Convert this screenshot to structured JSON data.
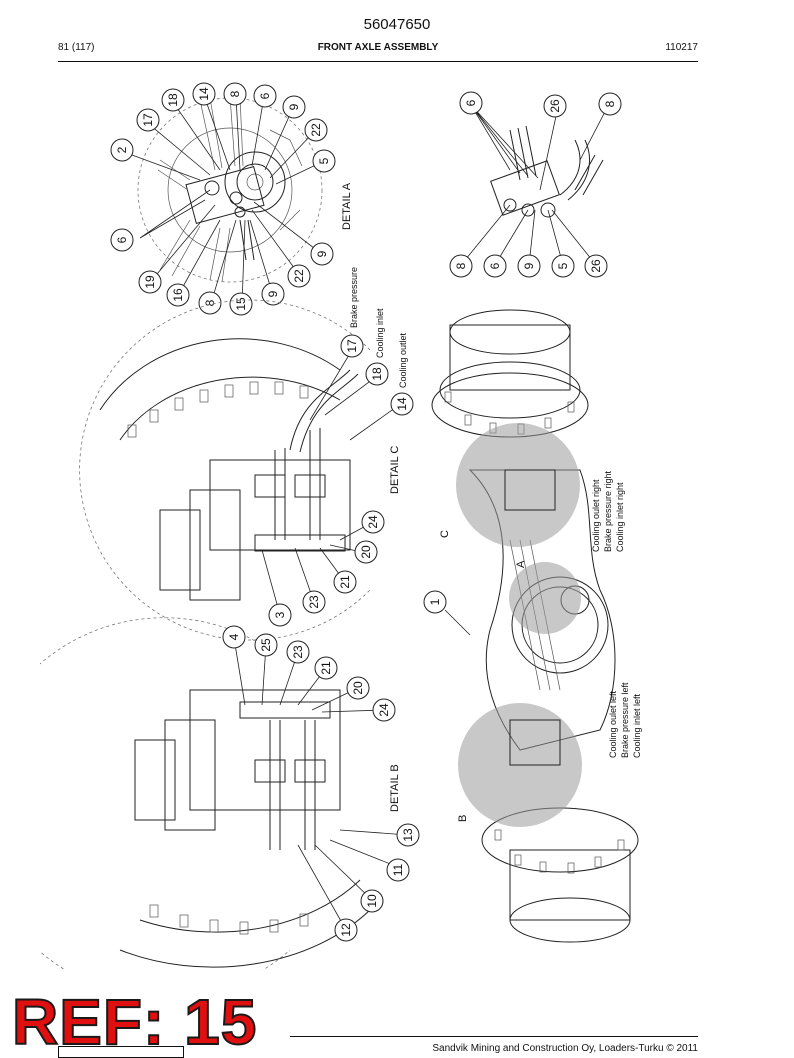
{
  "document": {
    "number": "56047650",
    "page": "81 (117)",
    "section_title": "FRONT AXLE ASSEMBLY",
    "code": "110217"
  },
  "stamp": {
    "label": "REF: 15"
  },
  "footer": {
    "copyright": "Sandvik Mining and Construction Oy, Loaders-Turku © 2011"
  },
  "detail_labels": {
    "a": "DETAIL A",
    "b": "DETAIL B",
    "c": "DETAIL C",
    "view_a": "A",
    "view_b": "B",
    "view_c": "C"
  },
  "annotations": {
    "brake_pressure": "Brake pressure",
    "cooling_inlet": "Cooling inlet",
    "cooling_outlet": "Cooling outlet",
    "cooling_outlet_right": "Cooling oulet right",
    "brake_pressure_right": "Brake pressure right",
    "cooling_inlet_right": "Cooling inlet right",
    "cooling_outlet_left": "Cooling oulet left",
    "brake_pressure_left": "Brake pressure left",
    "cooling_inlet_left": "Cooling inlet left"
  },
  "callouts": {
    "a_1": "2",
    "a_2": "17",
    "a_3": "18",
    "a_4": "14",
    "a_5": "8",
    "a_6": "6",
    "a_7": "9",
    "a_8": "22",
    "a_9": "5",
    "a_10": "6",
    "a_11": "19",
    "a_12": "16",
    "a_13": "8",
    "a_14": "15",
    "a_15": "9",
    "a_16": "22",
    "a_17": "9",
    "r_1": "6",
    "r_2": "26",
    "r_3": "8",
    "r_4": "8",
    "r_5": "6",
    "r_6": "9",
    "r_7": "5",
    "r_8": "26",
    "c_1": "17",
    "c_2": "18",
    "c_3": "14",
    "c_4": "24",
    "c_5": "20",
    "c_6": "21",
    "c_7": "23",
    "c_8": "3",
    "b_1": "4",
    "b_2": "25",
    "b_3": "23",
    "b_4": "21",
    "b_5": "20",
    "b_6": "24",
    "b_7": "13",
    "b_8": "11",
    "b_9": "10",
    "b_10": "12",
    "m_1": "1"
  }
}
